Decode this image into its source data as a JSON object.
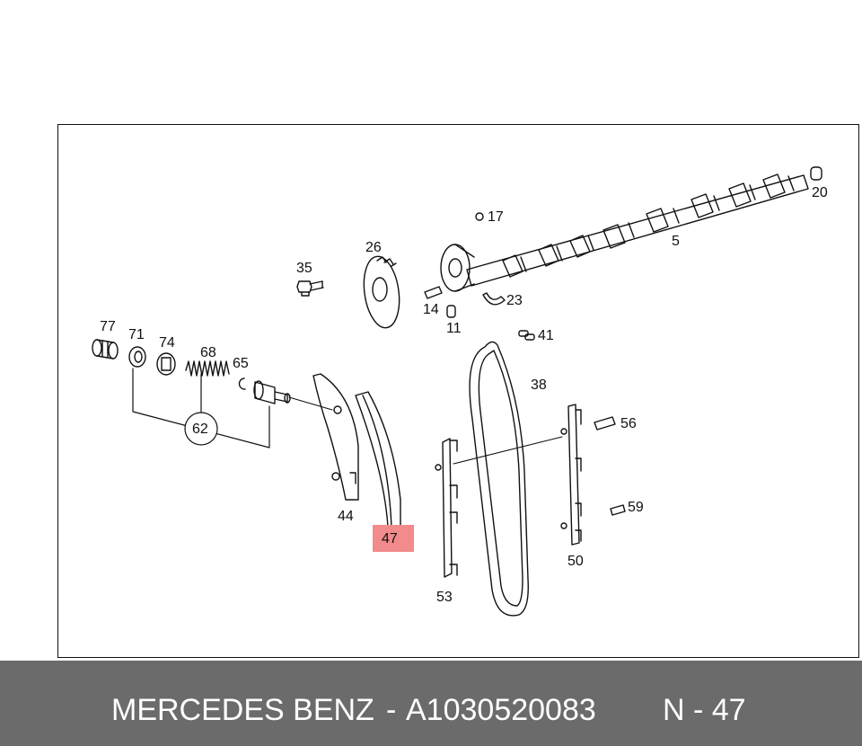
{
  "diagram": {
    "part_labels": {
      "p20": "20",
      "p17": "17",
      "p5": "5",
      "p26": "26",
      "p35": "35",
      "p23": "23",
      "p14": "14",
      "p11": "11",
      "p41": "41",
      "p77": "77",
      "p71": "71",
      "p74": "74",
      "p68": "68",
      "p65": "65",
      "p62": "62",
      "p38": "38",
      "p56": "56",
      "p44": "44",
      "p47": "47",
      "p59": "59",
      "p50": "50",
      "p53": "53"
    },
    "highlighted_part": "47",
    "highlight_color": "#f28b8b"
  },
  "footer": {
    "brand": "MERCEDES BENZ",
    "separator": "-",
    "part_number": "A1030520083",
    "reference": "N - 47",
    "background_color": "#6b6b6b"
  }
}
